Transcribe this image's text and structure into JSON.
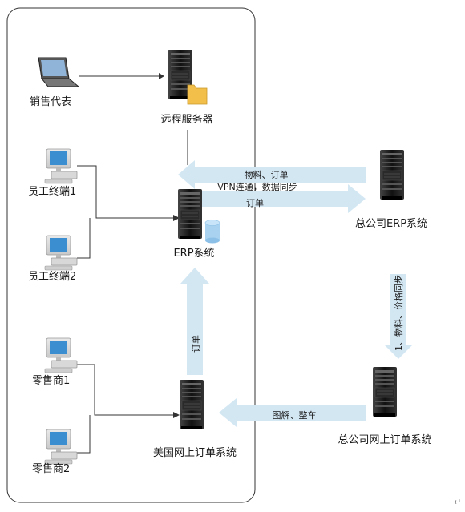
{
  "nodes": {
    "sales_rep": "销售代表",
    "remote_server": "远程服务器",
    "employee_terminal_1": "员工终端1",
    "employee_terminal_2": "员工终端2",
    "erp_system": "ERP系统",
    "hq_erp_system": "总公司ERP系统",
    "retailer_1": "零售商1",
    "retailer_2": "零售商2",
    "us_online_order_system": "美国网上订单系统",
    "hq_online_order_system": "总公司网上订单系统"
  },
  "edges": {
    "hq_to_erp": "物料、订单",
    "vpn": "VPN连通，数据同步",
    "erp_to_hq": "订单",
    "us_to_erp": "订单",
    "hq_erp_to_hq_online": "1、物料、价格同步",
    "hq_online_to_us": "图解、整车"
  },
  "colors": {
    "arrow_fill": "#d3e7f3",
    "line": "#333333",
    "server_dark": "#222222",
    "folder": "#f2c04a",
    "monitor_screen": "#3b8fd0"
  },
  "page_end_mark": "↵"
}
